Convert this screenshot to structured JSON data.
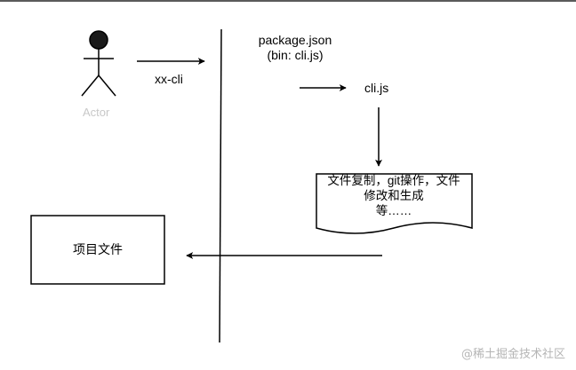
{
  "actor": {
    "label": "Actor"
  },
  "command": {
    "label": "xx-cli"
  },
  "package": {
    "line1": "package.json",
    "line2": "(bin: cli.js)"
  },
  "entry": {
    "label": "cli.js"
  },
  "document_shape": {
    "line1": "文件复制，git操作，文件",
    "line2": "修改和生成",
    "line3": "等……"
  },
  "result_box": {
    "label": "项目文件"
  },
  "watermark": "@稀土掘金技术社区"
}
